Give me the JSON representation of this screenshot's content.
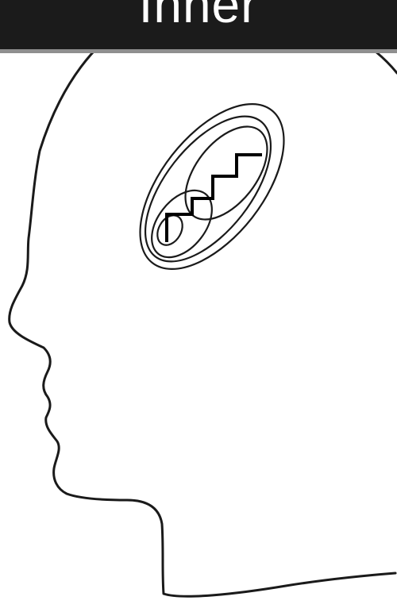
{
  "title": "Inner",
  "colors": {
    "title_bar_background": "#1b1b1b",
    "title_bar_border": "#8f8f8f",
    "title_text": "#ffffff",
    "outline": "#1a1a1a",
    "page_background": "#ffffff"
  },
  "figure": {
    "subject": "head-profile-outline",
    "symbol": "nested-ellipses-with-staircase"
  }
}
